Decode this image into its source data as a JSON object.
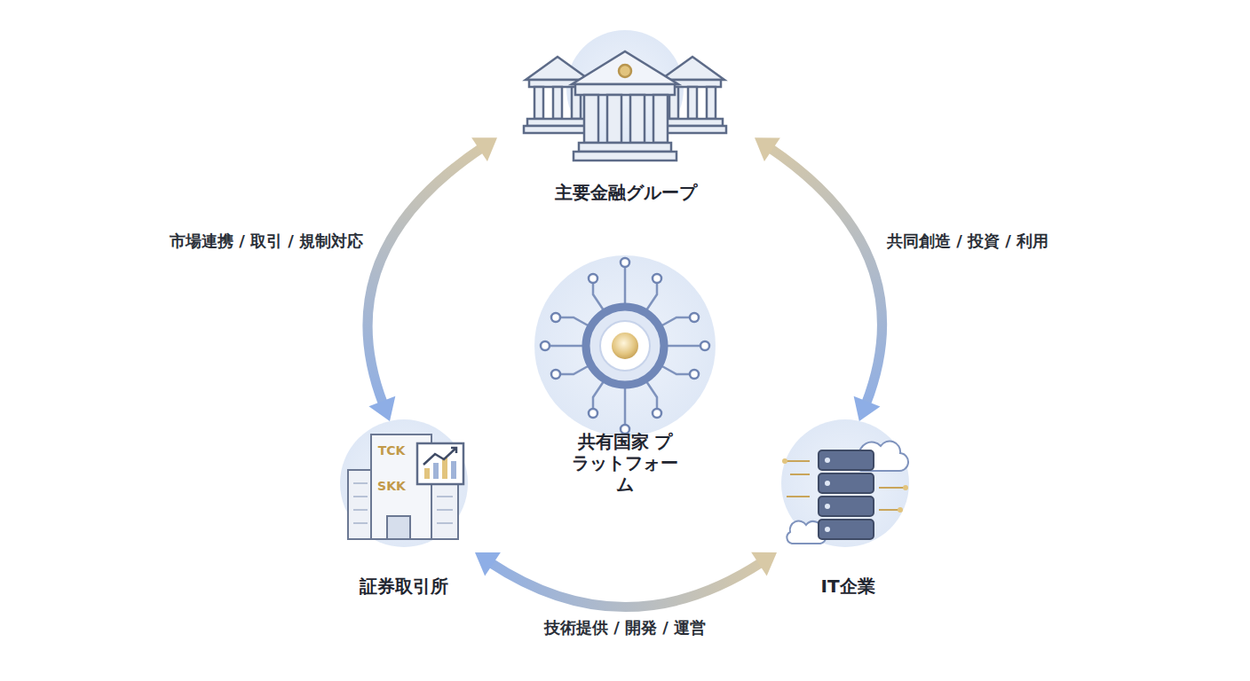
{
  "diagram": {
    "nodes": [
      {
        "text": [
          "主要金融グループ"
        ]
      },
      {
        "text": [
          "共有国家 プラットフォーム"
        ]
      },
      {
        "text": [
          "証券取引所"
        ]
      },
      {
        "text": [
          "IT企業"
        ]
      }
    ],
    "edges": [
      {
        "from": 0,
        "to": 2,
        "label": "市場連携 / 取引 / 規制対応",
        "arrow": "both"
      },
      {
        "from": 0,
        "to": 3,
        "label": "共同創造 / 投資 / 利用",
        "arrow": "both"
      },
      {
        "from": 2,
        "to": 3,
        "label": "技術提供 / 開発 / 運営",
        "arrow": "both"
      }
    ],
    "labels": [
      "TCK",
      "SKK"
    ]
  }
}
